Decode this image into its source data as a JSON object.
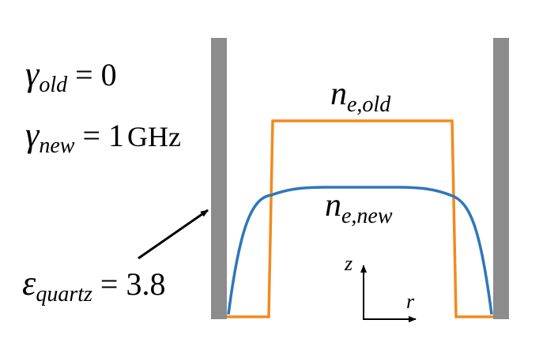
{
  "labels": {
    "gamma_old": {
      "symbol": "γ",
      "sub": "old",
      "rhs": "= 0"
    },
    "gamma_new": {
      "symbol": "γ",
      "sub": "new",
      "rhs": "= 1",
      "unit": "GHz"
    },
    "n_old": {
      "symbol": "n",
      "sub": "e,old"
    },
    "n_new": {
      "symbol": "n",
      "sub": "e,new"
    },
    "eps_quartz": {
      "symbol": "ε",
      "sub": "quartz",
      "rhs": "= 3.8"
    },
    "axis_z": "z",
    "axis_r": "r"
  },
  "colors": {
    "wall": "#8c8c8c",
    "n_old_curve": "#f28a1f",
    "n_new_curve": "#2f77b8",
    "arrow": "#000000"
  }
}
